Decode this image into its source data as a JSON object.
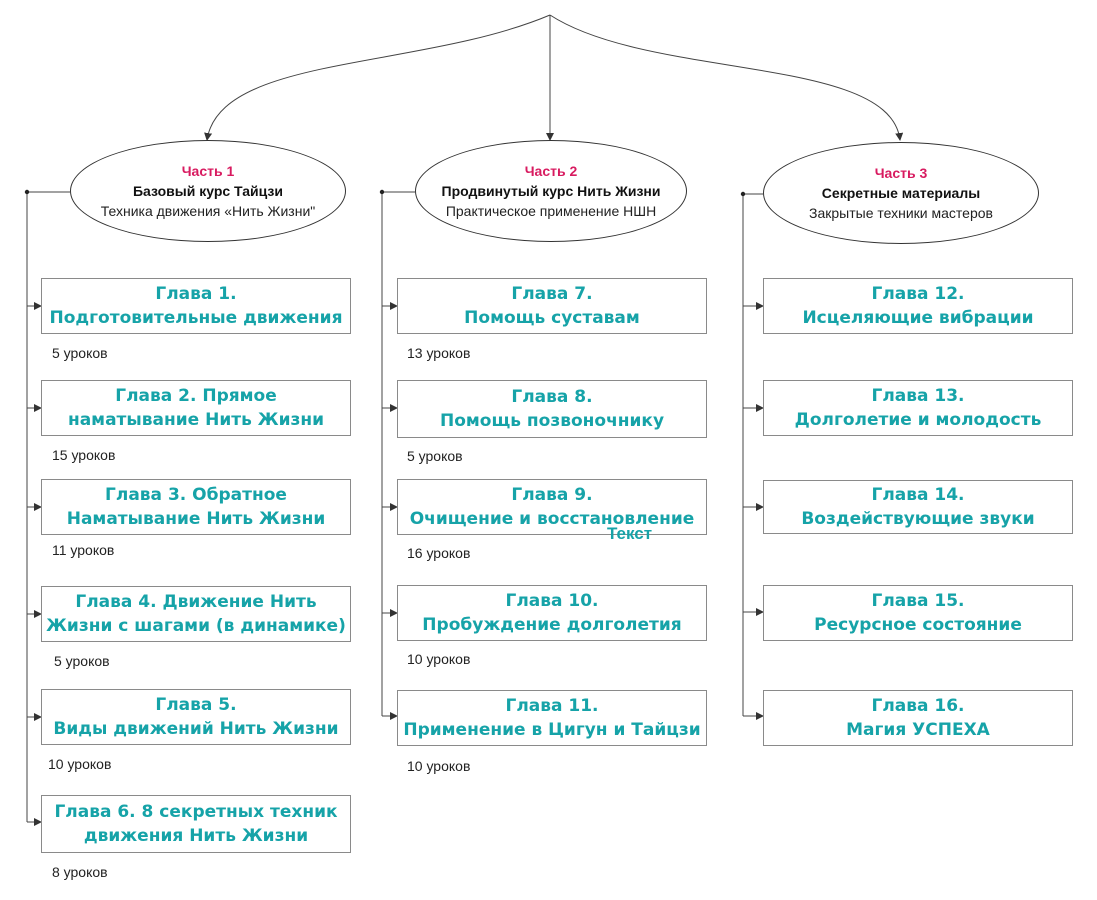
{
  "parts": [
    {
      "num": "Часть 1",
      "title": "Базовый курс Тайцзи",
      "subtitle": "Техника движения «Нить Жизни\""
    },
    {
      "num": "Часть 2",
      "title": "Продвинутый курс Нить Жизни",
      "subtitle": "Практическое применение НШН"
    },
    {
      "num": "Часть 3",
      "title": "Секретные материалы",
      "subtitle": "Закрытые техники мастеров"
    }
  ],
  "chapters": [
    {
      "line1": "Глава 1.",
      "line2": "Подготовительные движения",
      "lessons": "5 уроков"
    },
    {
      "line1": "Глава 2. Прямое",
      "line2": "наматывание Нить Жизни",
      "lessons": "15 уроков"
    },
    {
      "line1": "Глава 3. Обратное",
      "line2": "Наматывание Нить Жизни",
      "lessons": "11 уроков"
    },
    {
      "line1": "Глава 4.  Движение Нить",
      "line2": "Жизни с шагами (в динамике)",
      "lessons": "5 уроков"
    },
    {
      "line1": "Глава 5.",
      "line2": "Виды движений Нить Жизни",
      "lessons": "10 уроков"
    },
    {
      "line1": "Глава 6. 8 секретных техник",
      "line2": "движения Нить Жизни",
      "lessons": "8 уроков"
    },
    {
      "line1": "Глава 7.",
      "line2": "Помощь суставам",
      "lessons": "13 уроков"
    },
    {
      "line1": "Глава 8.",
      "line2": "Помощь позвоночнику",
      "lessons": "5 уроков"
    },
    {
      "line1": "Глава 9.",
      "line2": "Очищение и восстановление",
      "lessons": "16 уроков",
      "extra": "Текст"
    },
    {
      "line1": "Глава 10.",
      "line2": "Пробуждение долголетия",
      "lessons": "10 уроков"
    },
    {
      "line1": "Глава 11.",
      "line2": "Применение в Цигун и Тайцзи",
      "lessons": "10 уроков"
    },
    {
      "line1": "Глава 12.",
      "line2": "Исцеляющие вибрации"
    },
    {
      "line1": "Глава 13.",
      "line2": "Долголетие и молодость"
    },
    {
      "line1": "Глава 14.",
      "line2": "Воздействующие звуки"
    },
    {
      "line1": "Глава 15.",
      "line2": "Ресурсное состояние"
    },
    {
      "line1": "Глава 16.",
      "line2": "Магия УСПЕХА"
    }
  ]
}
